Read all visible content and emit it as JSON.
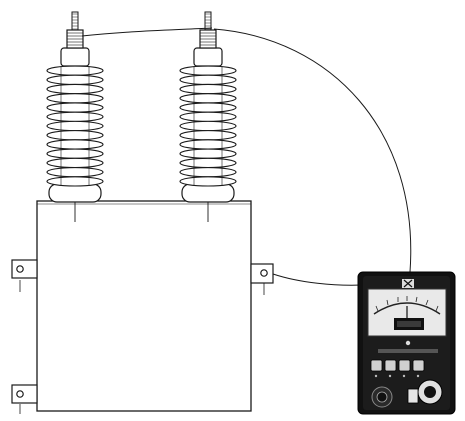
{
  "diagram": {
    "description_free": true,
    "components": {
      "capacitor": {
        "terminals": 2,
        "bushings": 2,
        "mounting_brackets": 3
      },
      "megohmmeter": {
        "buttons": 4,
        "knobs": 2
      }
    },
    "connections": [
      {
        "from": "bushing-terminal-left",
        "to": "bushing-terminal-right"
      },
      {
        "from": "bushing-terminal-right",
        "to": "megohmmeter-top"
      },
      {
        "from": "case-ground-bracket",
        "to": "megohmmeter-left"
      }
    ],
    "colors": {
      "line": "#1a1a1a",
      "fill": "#ffffff",
      "meter_body": "#111111",
      "meter_face": "#e9e9e9"
    }
  }
}
